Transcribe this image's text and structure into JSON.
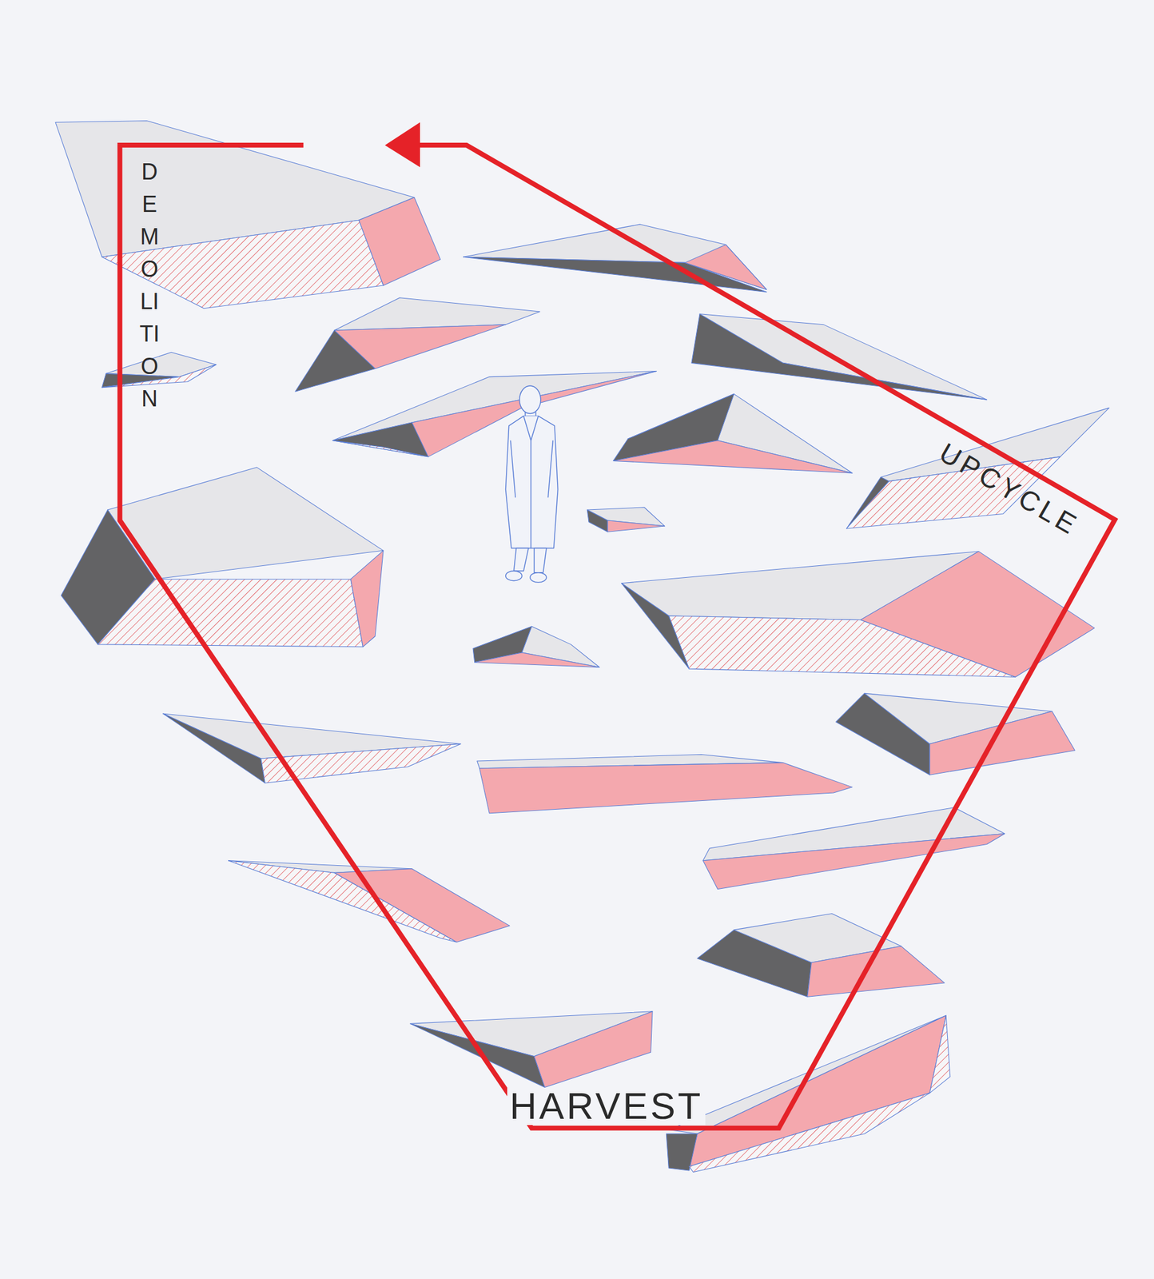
{
  "diagram": {
    "labels": [
      "DEMOLITION",
      "UPCYCLE",
      "HARVEST"
    ]
  }
}
